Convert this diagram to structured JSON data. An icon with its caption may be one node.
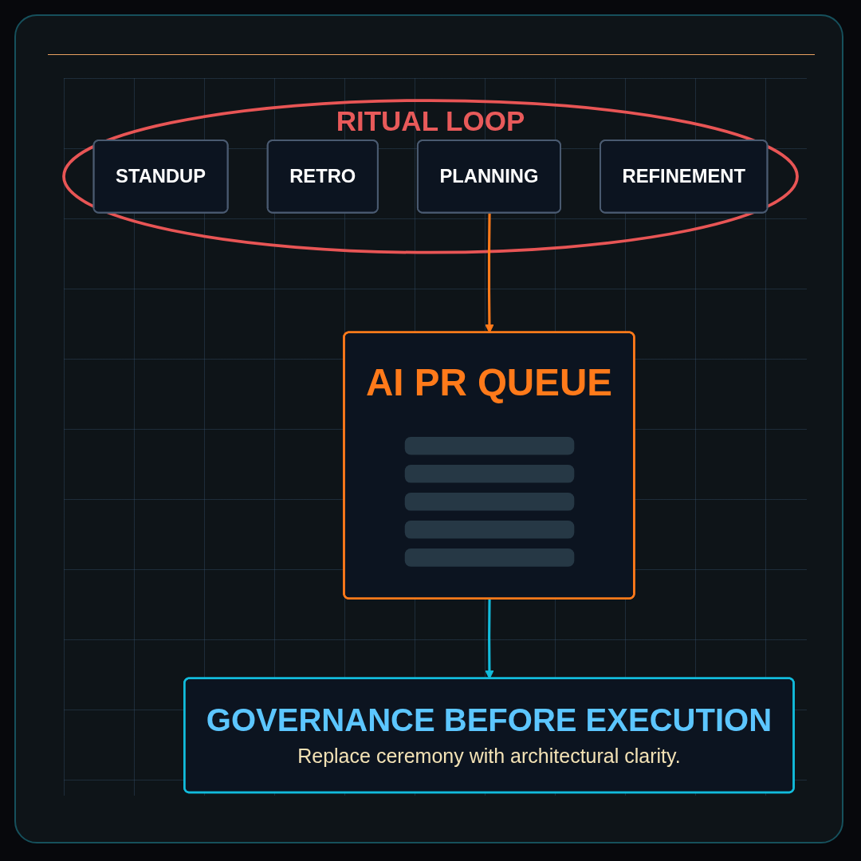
{
  "diagram": {
    "nodes": [
      {
        "text": [
          "RITUAL LOOP"
        ]
      },
      {
        "text": [
          "STANDUP"
        ],
        "in": 0
      },
      {
        "text": [
          "RETRO"
        ],
        "in": 0
      },
      {
        "text": [
          "PLANNING"
        ],
        "in": 0
      },
      {
        "text": [
          "REFINEMENT"
        ],
        "in": 0
      },
      {
        "text": [
          "AI PR QUEUE"
        ]
      },
      {
        "text": [
          "GOVERNANCE BEFORE EXECUTION",
          "Replace ceremony with architectural clarity."
        ]
      }
    ],
    "edges": [
      {
        "from": 3,
        "to": 5,
        "arrow": "to",
        "color": "#ff7a1a"
      },
      {
        "from": 5,
        "to": 6,
        "arrow": "to",
        "color": "#12bcdc"
      }
    ]
  }
}
